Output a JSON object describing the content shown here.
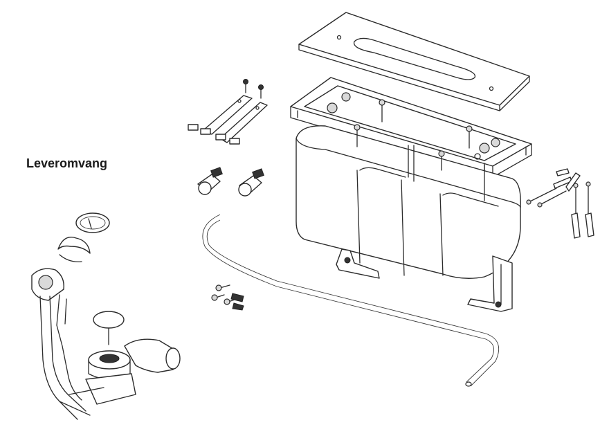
{
  "figure": {
    "caption": "Leveromvang",
    "components": [
      "cover-plate",
      "frame",
      "tank-body",
      "mounting-straps",
      "angle-valves",
      "overflow-tube",
      "mounting-bolts",
      "wall-plugs",
      "small-screws",
      "drain-plug",
      "bath-waste-overflow-set"
    ]
  }
}
